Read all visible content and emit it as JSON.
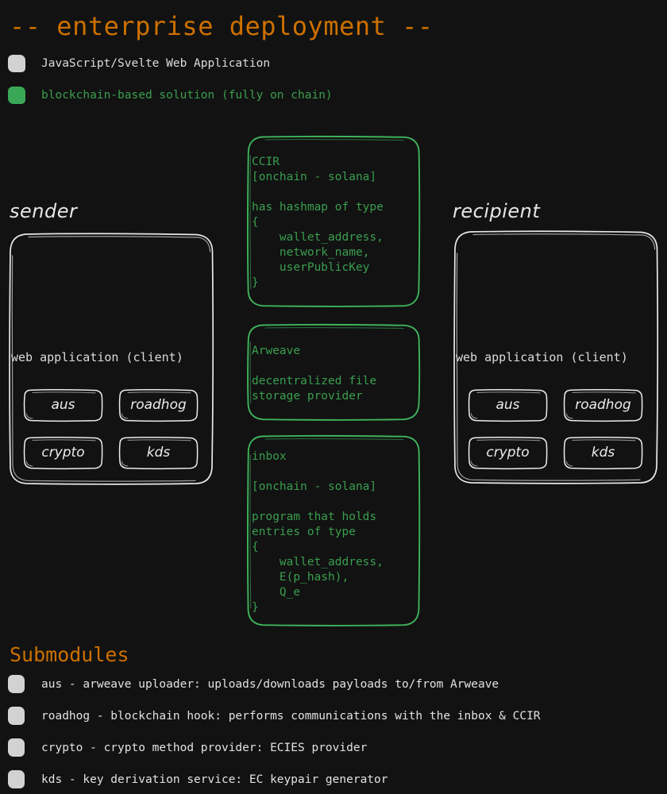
{
  "page": {
    "title": "-- enterprise deployment --",
    "background_color": "#121212",
    "accent_color": "#cc7000",
    "chain_color": "#3a9e4f",
    "app_color": "#d2d2d2"
  },
  "legend": {
    "items": [
      {
        "swatch": "gray-square-swatch",
        "color": "#d2d2d2",
        "label": "JavaScript/Svelte Web Application"
      },
      {
        "swatch": "green-square-swatch",
        "color": "#3aa757",
        "label": "blockchain-based solution (fully on chain)"
      }
    ]
  },
  "columns": {
    "sender": {
      "label": "sender",
      "caption": "web application (client)",
      "chips": [
        "aus",
        "roadhog",
        "crypto",
        "kds"
      ]
    },
    "recipient": {
      "label": "recipient",
      "caption": "web application (client)",
      "chips": [
        "aus",
        "roadhog",
        "crypto",
        "kds"
      ]
    }
  },
  "onchain_blocks": [
    {
      "name": "ccir-block",
      "text": "CCIR\n[onchain - solana]\n\nhas hashmap of type\n{\n    wallet_address,\n    network_name,\n    userPublicKey\n}"
    },
    {
      "name": "arweave-block",
      "text": "Arweave\n\ndecentralized file\nstorage provider"
    },
    {
      "name": "inbox-block",
      "text": "inbox\n\n[onchain - solana]\n\nprogram that holds\nentries of type\n{\n    wallet_address,\n    E(p_hash),\n    Q_e\n}"
    }
  ],
  "submodules": {
    "heading": "Submodules",
    "items": [
      {
        "swatch": "gray-square-swatch",
        "label": "aus - arweave uploader: uploads/downloads payloads to/from Arweave"
      },
      {
        "swatch": "gray-square-swatch",
        "label": "roadhog - blockchain hook: performs communications with the inbox & CCIR"
      },
      {
        "swatch": "gray-square-swatch",
        "label": "crypto - crypto method provider: ECIES provider"
      },
      {
        "swatch": "gray-square-swatch",
        "label": "kds - key derivation service: EC keypair generator"
      }
    ]
  }
}
